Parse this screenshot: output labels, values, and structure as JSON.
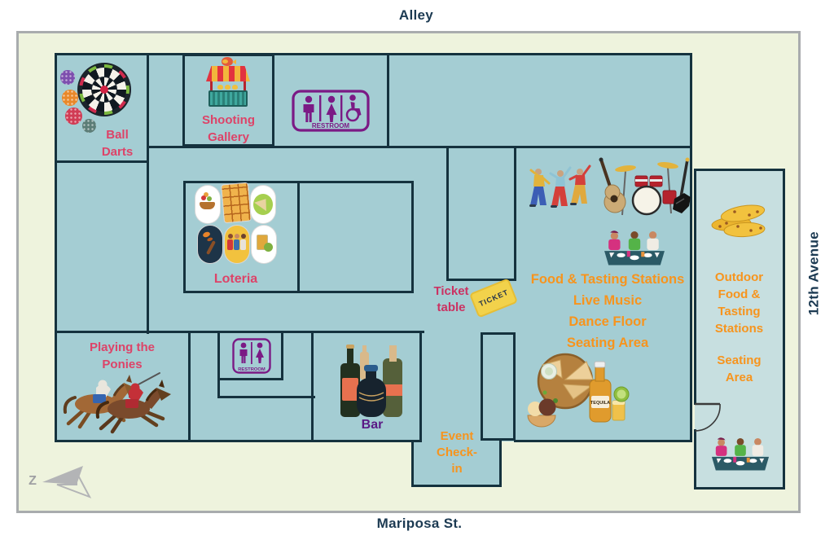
{
  "streets": {
    "top": "Alley",
    "bottom": "Mariposa St.",
    "right": "12th Avenue"
  },
  "compass": {
    "label": "Z"
  },
  "rooms": {
    "ball_darts": {
      "lines": [
        "Ball",
        "Darts"
      ]
    },
    "shooting_gallery": {
      "lines": [
        "Shooting",
        "Gallery"
      ]
    },
    "loteria": {
      "label": "Loteria"
    },
    "playing_the_ponies": {
      "lines": [
        "Playing the",
        "Ponies"
      ]
    },
    "bar": {
      "label": "Bar"
    },
    "ticket_table": {
      "lines": [
        "Ticket",
        "table"
      ]
    },
    "event_check_in": {
      "lines": [
        "Event",
        "Check-",
        "in"
      ]
    },
    "main_hall": {
      "lines": [
        "Food & Tasting Stations",
        "Live Music",
        "Dance Floor",
        "Seating Area"
      ]
    },
    "outdoor_area": {
      "lines_top": [
        "Outdoor",
        "Food &",
        "Tasting",
        "Stations"
      ],
      "lines_bottom": [
        "Seating",
        "Area"
      ]
    }
  },
  "signs": {
    "restroom_main": "RESTROOM",
    "restroom_small": "RESTROOM",
    "ticket": "TICKET",
    "tequila": "TEQUILA"
  },
  "icons": {
    "ball_darts": "dartboard-with-pickleballs",
    "shooting_gallery": "carnival-booth-with-ducks",
    "restroom_main": "man-woman-wheelchair-sign",
    "restroom_small": "man-woman-sign",
    "loteria": "loteria-cards",
    "playing_the_ponies": "racing-horses-with-jockeys",
    "bar": "liquor-bottles",
    "ticket_table": "admission-ticket",
    "main_hall": "dancers-band-dining-table-food-and-tequila",
    "outdoor_area": "quesadilla-stack-and-dining-table",
    "compass": "north-arrow",
    "door": "door-swing-arc"
  },
  "colors": {
    "room_fill": "#a4cdd3",
    "outdoor_fill": "#c7dfe0",
    "lot_fill": "#eef3dd",
    "wall": "#15323e",
    "street_text": "#1c3a52",
    "pink_label": "#dd4368",
    "deep_pink_label": "#cb3262",
    "orange_label": "#f7941d",
    "purple_label": "#5a1a85",
    "restroom_purple": "#7b1a85"
  }
}
